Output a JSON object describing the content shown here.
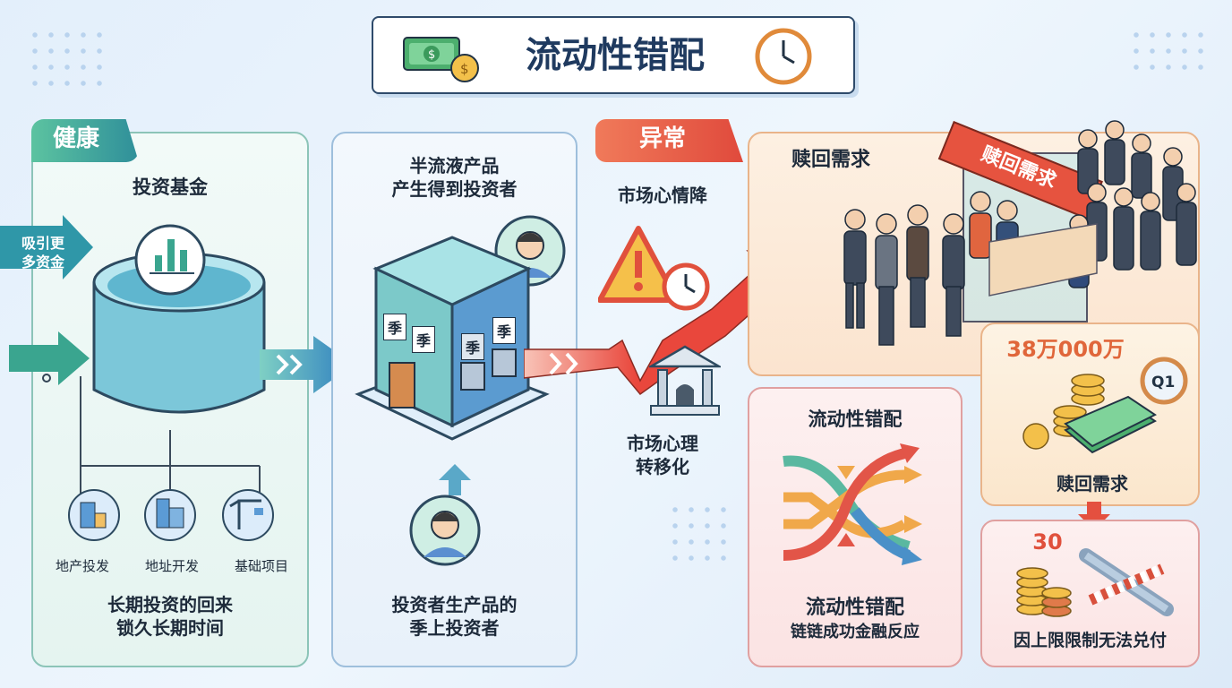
{
  "title": "流动性错配",
  "colors": {
    "healthy": "#3aa58f",
    "abnormal": "#e4503f",
    "navy": "#1f3a5f",
    "accent_orange": "#e0663a"
  },
  "healthy_section": {
    "tag": "健康",
    "inflow_label": [
      "吸引更",
      "多资金"
    ],
    "fund_panel": {
      "title": "投资基金",
      "assets": [
        "地产投发",
        "地址开发",
        "基础项目"
      ],
      "caption": [
        "长期投资的回来",
        "锁久长期时间"
      ]
    },
    "product_panel": {
      "title": [
        "半流液产品",
        "产生得到投资者"
      ],
      "building_signs": [
        "季",
        "季",
        "季",
        "季"
      ],
      "caption": [
        "投资者生产品的",
        "季上投资者"
      ]
    }
  },
  "abnormal_section": {
    "tag": "异常",
    "sentiment_drop": "市场心情降",
    "sentiment_shift": [
      "市场心理",
      "转移化"
    ],
    "redemption_panel": {
      "title": "赎回需求",
      "booth_sign": "赎回需求"
    },
    "mismatch_panel": {
      "title": "流动性错配",
      "caption": [
        "流动性错配",
        "链链成功金融反应"
      ]
    },
    "amount_panel": {
      "amount": "38万000万",
      "clock_label": "Q1",
      "caption": "赎回需求"
    },
    "limit_panel": {
      "number": "30",
      "caption": "因上限限制无法兑付"
    }
  }
}
